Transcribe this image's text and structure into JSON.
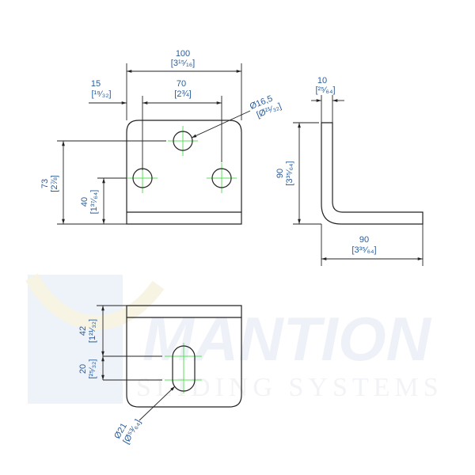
{
  "watermark": {
    "brand": "MANTION",
    "tagline": "SLIDING SYSTEMS",
    "colors": {
      "panel": "#e9eff7",
      "text": "#eef2f8"
    }
  },
  "colors": {
    "dimension_text": "#2a5d9a",
    "part_line": "#222222",
    "center_line": "#5be05b"
  },
  "front_view": {
    "width": {
      "metric": "100",
      "imperial": "[3¹⁵⁄₁₆]"
    },
    "edge_offset": {
      "metric": "15",
      "imperial": "[¹⁹⁄₃₂]"
    },
    "hole_spacing": {
      "metric": "70",
      "imperial": "[2¾]"
    },
    "hole_diameter": {
      "metric": "Ø16,5",
      "imperial": "[Ø²¹⁄₃₂]"
    },
    "top_hole_height": {
      "metric": "73",
      "imperial": "[2⅞]"
    },
    "bottom_hole_height": {
      "metric": "40",
      "imperial": "[1³⁷⁄₆₄]"
    }
  },
  "side_view": {
    "thickness": {
      "metric": "10",
      "imperial": "[²⁵⁄₆₄]"
    },
    "height": {
      "metric": "90",
      "imperial": "[3³⁵⁄₆₄]"
    },
    "length": {
      "metric": "90",
      "imperial": "[3³⁵⁄₆₄]"
    }
  },
  "bottom_view": {
    "slot_offset": {
      "metric": "42",
      "imperial": "[1²¹⁄₃₂]"
    },
    "slot_length": {
      "metric": "20",
      "imperial": "[²⁵⁄₃₂]"
    },
    "slot_width": {
      "metric": "Ø21",
      "imperial": "[Ø⁵³⁄₆₄]"
    }
  }
}
